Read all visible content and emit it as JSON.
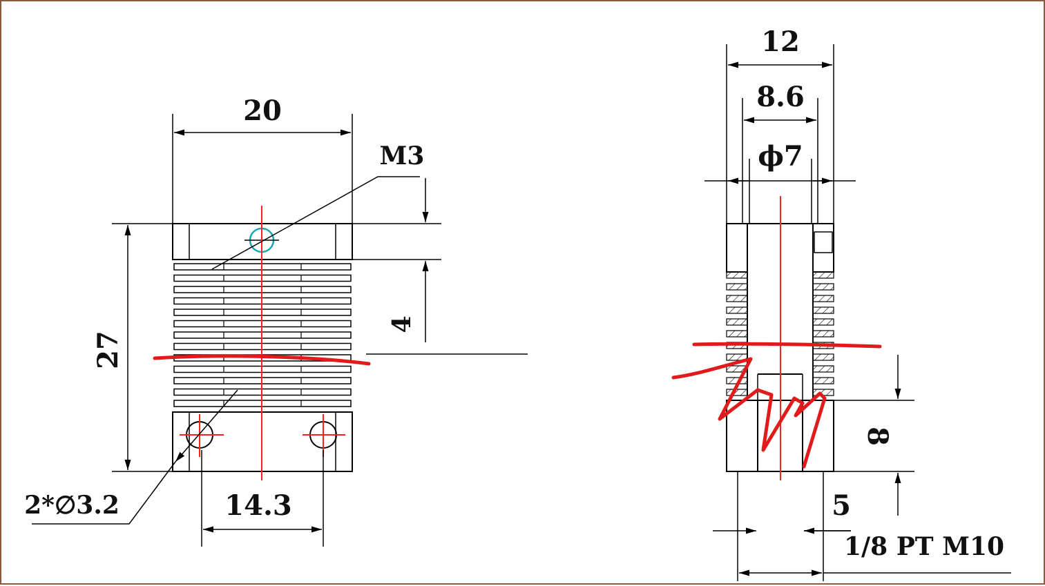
{
  "front_view": {
    "width_label": "20",
    "thread_label": "M3",
    "height_label": "27",
    "fin_gap_label": "4",
    "holes_label": "2*∅3.2",
    "hole_spacing_label": "14.3"
  },
  "side_view": {
    "outer_width_label": "12",
    "bore_label": "8.6",
    "diameter_label": "ϕ7",
    "depth_label": "8",
    "bottom_label": "5",
    "thread_label": "1/8 PT M10"
  },
  "annotation": {
    "color": "#e11b1b",
    "center_line_color": "#ff2020"
  }
}
